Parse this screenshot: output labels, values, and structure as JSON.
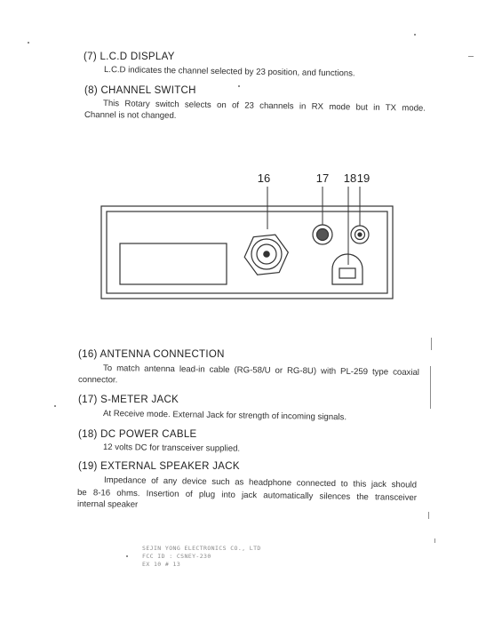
{
  "sections": {
    "lcd_display": {
      "heading": "(7) L.C.D DISPLAY",
      "lines": [
        "L.C.D indicates the channel selected by 23 position, and functions."
      ]
    },
    "channel_switch": {
      "heading": "(8)  CHANNEL SWITCH",
      "lines": [
        "This Rotary switch selects on of 23 channels in RX mode but in TX mode.",
        "Channel is not changed."
      ]
    },
    "antenna_connection": {
      "heading": "(16) ANTENNA CONNECTION",
      "lines": [
        "To match antenna lead-in cable (RG-58/U or RG-8U) with PL-259 type coaxial",
        "connector."
      ]
    },
    "s_meter_jack": {
      "heading": "(17) S-METER JACK",
      "lines": [
        "At Receive mode. External Jack for strength of incoming signals."
      ]
    },
    "dc_power_cable": {
      "heading": "(18) DC POWER CABLE",
      "lines": [
        "12 volts DC for transceiver supplied."
      ]
    },
    "external_speaker_jack": {
      "heading": "(19) EXTERNAL SPEAKER JACK",
      "lines": [
        "Impedance of any device such as headphone connected to this jack should",
        "be 8-16 ohms. Insertion of plug into jack automatically silences the transceiver",
        "internal speaker"
      ]
    }
  },
  "diagram": {
    "callouts": {
      "antenna": "16",
      "s_meter": "17",
      "dc_power": "18",
      "speaker": "19"
    }
  },
  "footer": {
    "lines": [
      "SEJIN YONG ELECTRONICS CO., LTD",
      "FCC ID : CSNEY-230",
      "EX 10  # 13"
    ]
  }
}
